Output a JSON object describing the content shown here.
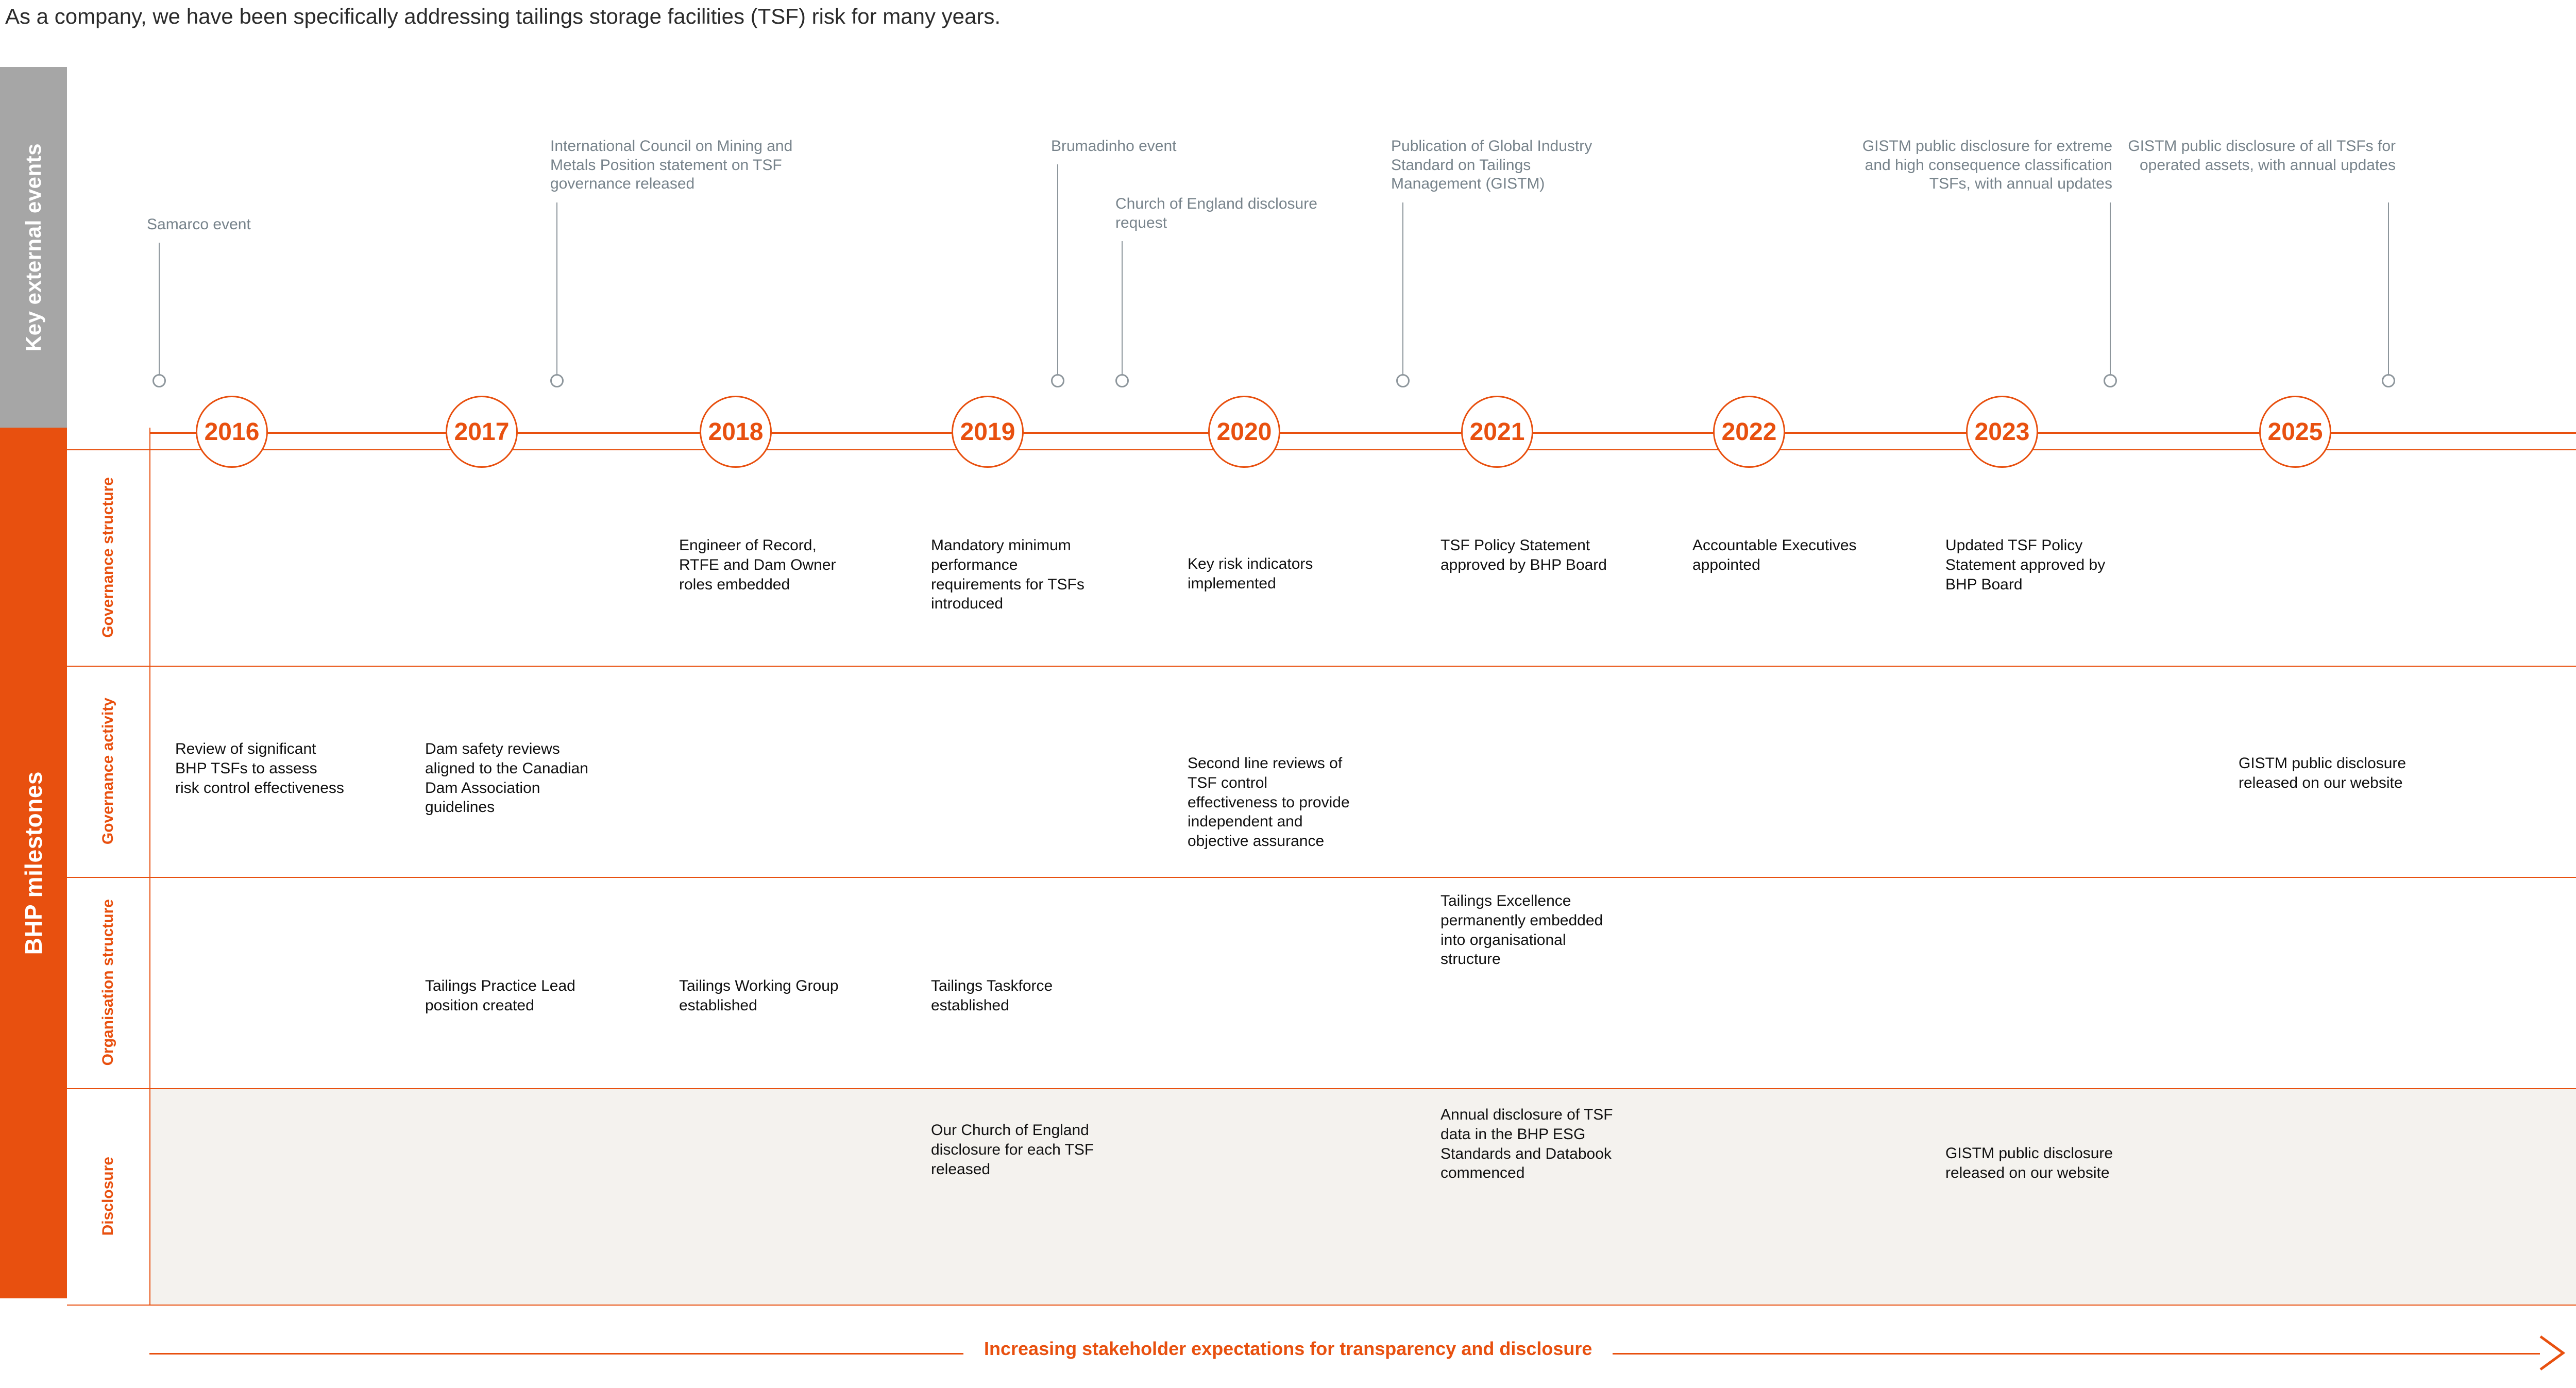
{
  "headline": "As a company, we have been specifically addressing tailings storage facilities (TSF) risk for many years.",
  "colors": {
    "brand_orange": "#e8500f",
    "grey_band": "#a6a6a6",
    "event_text_grey": "#77838b",
    "disclosure_row_bg": "#f4f2ee",
    "body_text": "#111111"
  },
  "bands": {
    "key_external_events": "Key external events",
    "bhp_milestones": "BHP milestones"
  },
  "row_labels": [
    "Governance structure",
    "Governance activity",
    "Organisation structure",
    "Disclosure"
  ],
  "years": [
    "2016",
    "2017",
    "2018",
    "2019",
    "2020",
    "2021",
    "2022",
    "2023",
    "2025"
  ],
  "external_events": [
    {
      "text": "Samarco event",
      "year": "2016",
      "align": "left"
    },
    {
      "text": "International Council on Mining and Metals Position statement on TSF governance released",
      "year": "2017",
      "align": "left"
    },
    {
      "text": "Brumadinho event",
      "year": "2019",
      "align": "left"
    },
    {
      "text": "Church of England disclosure request",
      "year": "2019",
      "align": "left"
    },
    {
      "text": "Publication of Global Industry Standard on Tailings Management (GISTM)",
      "year": "2021",
      "align": "left"
    },
    {
      "text": "GISTM public disclosure for extreme and high consequence classification TSFs, with annual updates",
      "year": "2023",
      "align": "right"
    },
    {
      "text": "GISTM public disclosure of all TSFs for operated assets, with annual updates",
      "year": "2025",
      "align": "right"
    }
  ],
  "milestones": {
    "governance_structure": [
      {
        "year": "2018",
        "text": "Engineer of Record, RTFE and Dam Owner roles embedded"
      },
      {
        "year": "2019",
        "text": "Mandatory minimum performance requirements for TSFs introduced"
      },
      {
        "year": "2020",
        "text": "Key risk indicators implemented"
      },
      {
        "year": "2021",
        "text": "TSF Policy Statement approved by BHP Board"
      },
      {
        "year": "2022",
        "text": "Accountable Executives appointed"
      },
      {
        "year": "2023",
        "text": "Updated TSF Policy Statement approved by BHP Board"
      }
    ],
    "governance_activity": [
      {
        "year": "2016",
        "text": "Review of significant BHP TSFs to assess risk control effectiveness"
      },
      {
        "year": "2017",
        "text": "Dam safety reviews aligned to the Canadian Dam Association guidelines"
      },
      {
        "year": "2020",
        "text": "Second line reviews of TSF control effectiveness to provide independent and objective assurance"
      },
      {
        "year": "2025",
        "text": "GISTM public disclosure released on our website"
      }
    ],
    "organisation_structure": [
      {
        "year": "2017",
        "text": "Tailings Practice Lead position created"
      },
      {
        "year": "2018",
        "text": "Tailings Working Group established"
      },
      {
        "year": "2019",
        "text": "Tailings Taskforce established"
      },
      {
        "year": "2021",
        "text": "Tailings Excellence permanently embedded into organisational structure"
      }
    ],
    "disclosure": [
      {
        "year": "2019",
        "text": "Our Church of England disclosure for each TSF released"
      },
      {
        "year": "2021",
        "text": "Annual disclosure of TSF data in the BHP ESG Standards and Databook commenced"
      },
      {
        "year": "2023",
        "text": "GISTM public disclosure released on our website"
      }
    ]
  },
  "footer": {
    "text": "Increasing stakeholder expectations for transparency and disclosure"
  }
}
